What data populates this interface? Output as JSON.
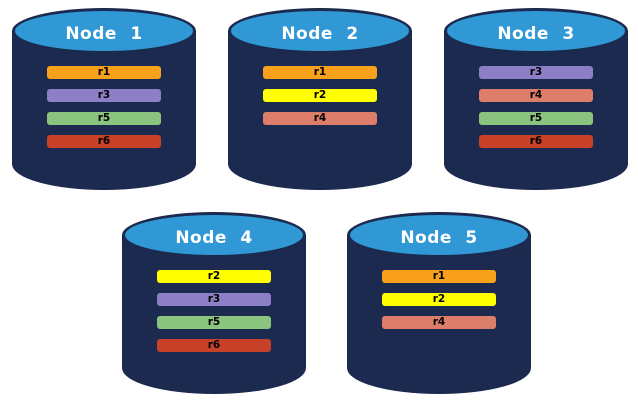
{
  "diagram": {
    "description": "Replica distribution across five database nodes",
    "colors": {
      "cylinder_body": "#1B2A4E",
      "cylinder_top": "#3099D5",
      "cylinder_outline": "#1B2A4E",
      "r1": "#F9A11B",
      "r2": "#FFFF00",
      "r3": "#8C7FC6",
      "r4": "#DD7E6B",
      "r5": "#8AC47E",
      "r6": "#C64127"
    },
    "nodes": [
      {
        "title": "Node 1",
        "replicas": [
          {
            "label": "r1",
            "color": "#F9A11B"
          },
          {
            "label": "r3",
            "color": "#8C7FC6"
          },
          {
            "label": "r5",
            "color": "#8AC47E"
          },
          {
            "label": "r6",
            "color": "#C64127"
          }
        ]
      },
      {
        "title": "Node 2",
        "replicas": [
          {
            "label": "r1",
            "color": "#F9A11B"
          },
          {
            "label": "r2",
            "color": "#FFFF00"
          },
          {
            "label": "r4",
            "color": "#DD7E6B"
          }
        ]
      },
      {
        "title": "Node 3",
        "replicas": [
          {
            "label": "r3",
            "color": "#8C7FC6"
          },
          {
            "label": "r4",
            "color": "#DD7E6B"
          },
          {
            "label": "r5",
            "color": "#8AC47E"
          },
          {
            "label": "r6",
            "color": "#C64127"
          }
        ]
      },
      {
        "title": "Node 4",
        "replicas": [
          {
            "label": "r2",
            "color": "#FFFF00"
          },
          {
            "label": "r3",
            "color": "#8C7FC6"
          },
          {
            "label": "r5",
            "color": "#8AC47E"
          },
          {
            "label": "r6",
            "color": "#C64127"
          }
        ]
      },
      {
        "title": "Node 5",
        "replicas": [
          {
            "label": "r1",
            "color": "#F9A11B"
          },
          {
            "label": "r2",
            "color": "#FFFF00"
          },
          {
            "label": "r4",
            "color": "#DD7E6B"
          }
        ]
      }
    ]
  }
}
